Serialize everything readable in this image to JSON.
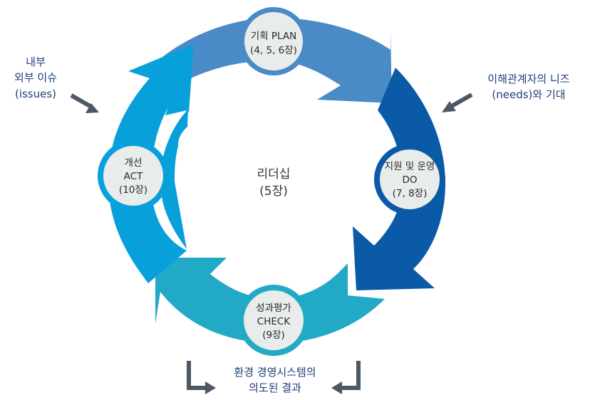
{
  "center": {
    "line1": "리더십",
    "line2": "(5장)"
  },
  "stages": [
    {
      "key": "plan",
      "line1": "기획 PLAN",
      "line2": "(4, 5, 6장)",
      "line3": "",
      "color": "#4a8ac6"
    },
    {
      "key": "do",
      "line1": "지원 및 운영",
      "line2": "DO",
      "line3": "(7, 8장)",
      "color": "#0a5aa8"
    },
    {
      "key": "check",
      "line1": "성과평가",
      "line2": "CHECK",
      "line3": "(9장)",
      "color": "#22a9c6"
    },
    {
      "key": "act",
      "line1": "개선",
      "line2": "ACT",
      "line3": "(10장)",
      "color": "#07a0db"
    }
  ],
  "inputs": {
    "left": {
      "line1": "내부",
      "line2": "외부 이슈",
      "line3": "(issues)"
    },
    "right": {
      "line1": "이해관계자의 니즈",
      "line2": "(needs)와 기대"
    }
  },
  "output": {
    "line1": "환경 경영시스템의",
    "line2": "의도된 결과"
  },
  "colors": {
    "node_fill": "#e8ecea",
    "text_dark": "#2b2b2b",
    "text_blue": "#1d3d7a",
    "arrow_gray": "#4d5866"
  }
}
